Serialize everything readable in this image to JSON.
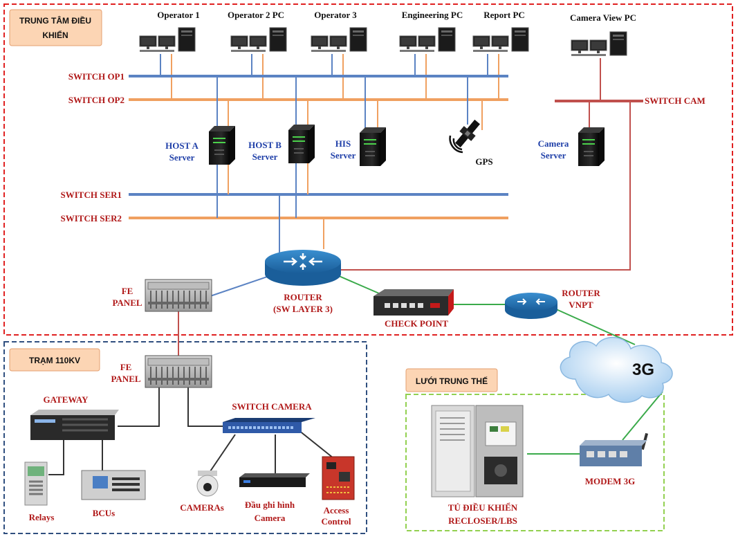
{
  "zones": {
    "control_center": {
      "title_line1": "TRUNG TÂM ĐIỀU",
      "title_line2": "KHIỂN"
    },
    "substation": {
      "title": "TRẠM 110KV"
    },
    "mv_grid": {
      "title": "LƯỚI TRUNG THẾ"
    }
  },
  "workstations": [
    {
      "label": "Operator 1"
    },
    {
      "label": "Operator 2 PC"
    },
    {
      "label": "Operator 3"
    },
    {
      "label": "Engineering PC"
    },
    {
      "label": "Report PC"
    },
    {
      "label": "Camera View PC"
    }
  ],
  "switches": {
    "op1": "SWITCH OP1",
    "op2": "SWITCH OP2",
    "cam": "SWITCH CAM",
    "ser1": "SWITCH SER1",
    "ser2": "SWITCH SER2"
  },
  "servers": {
    "host_a": {
      "line1": "HOST A",
      "line2": "Server"
    },
    "host_b": {
      "line1": "HOST B",
      "line2": "Server"
    },
    "his": {
      "line1": "HIS",
      "line2": "Server"
    },
    "camera": {
      "line1": "Camera",
      "line2": "Server"
    }
  },
  "gps": "GPS",
  "router": {
    "line1": "ROUTER",
    "line2": "(SW LAYER 3)"
  },
  "checkpoint": "CHECK POINT",
  "router_vnpt": {
    "line1": "ROUTER",
    "line2": "VNPT"
  },
  "cloud_3g": "3G",
  "fe_panel_top": {
    "line1": "FE",
    "line2": "PANEL"
  },
  "fe_panel_bottom": {
    "line1": "FE",
    "line2": "PANEL"
  },
  "gateway": "GATEWAY",
  "switch_camera": "SWITCH CAMERA",
  "relays": "Relays",
  "bcus": "BCUs",
  "cameras": "CAMERAs",
  "recorder": {
    "line1": "Đầu ghi hình",
    "line2": "Camera"
  },
  "access_control": {
    "line1": "Access",
    "line2": "Control"
  },
  "cabinet": {
    "line1": "TỦ ĐIỀU KHIỂN",
    "line2": "RECLOSER/LBS"
  },
  "modem": "MODEM 3G",
  "colors": {
    "blue_bus": "#5b83c3",
    "orange_bus": "#f0a060",
    "red_line": "#c0504d",
    "green_line": "#3aaa4a",
    "zone_red": "#e02020",
    "zone_navy": "#2f4f7f",
    "zone_green": "#92d050",
    "label_red": "#b01818",
    "label_blue": "#1f3fa8"
  }
}
